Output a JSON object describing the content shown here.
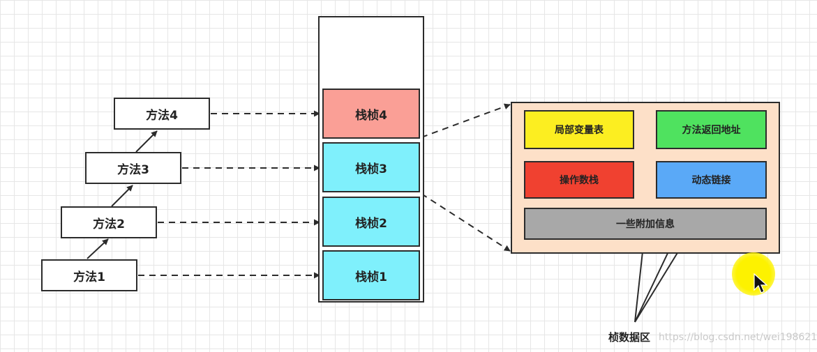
{
  "methods": [
    {
      "label": "方法1"
    },
    {
      "label": "方法2"
    },
    {
      "label": "方法3"
    },
    {
      "label": "方法4"
    }
  ],
  "frames": [
    {
      "label": "栈桢1",
      "color": "#7ff0fc"
    },
    {
      "label": "栈桢2",
      "color": "#7ff0fc"
    },
    {
      "label": "栈桢3",
      "color": "#7ff0fc"
    },
    {
      "label": "栈桢4",
      "color": "#fa9f96"
    }
  ],
  "frame_detail": {
    "background": "#fde0c8",
    "cells": {
      "local_vars": {
        "label": "局部变量表",
        "color": "#fcee21"
      },
      "return_address": {
        "label": "方法返回地址",
        "color": "#4fe25f"
      },
      "operand_stack": {
        "label": "操作数栈",
        "color": "#f04130"
      },
      "dynamic_linking": {
        "label": "动态链接",
        "color": "#5aa9f7"
      },
      "additional_info": {
        "label": "一些附加信息",
        "color": "#a8a8a8"
      }
    }
  },
  "frame_data_label": "桢数据区",
  "watermark": "https://blog.csdn.net/wei198621",
  "cursor_highlight_color": "#fdf200"
}
